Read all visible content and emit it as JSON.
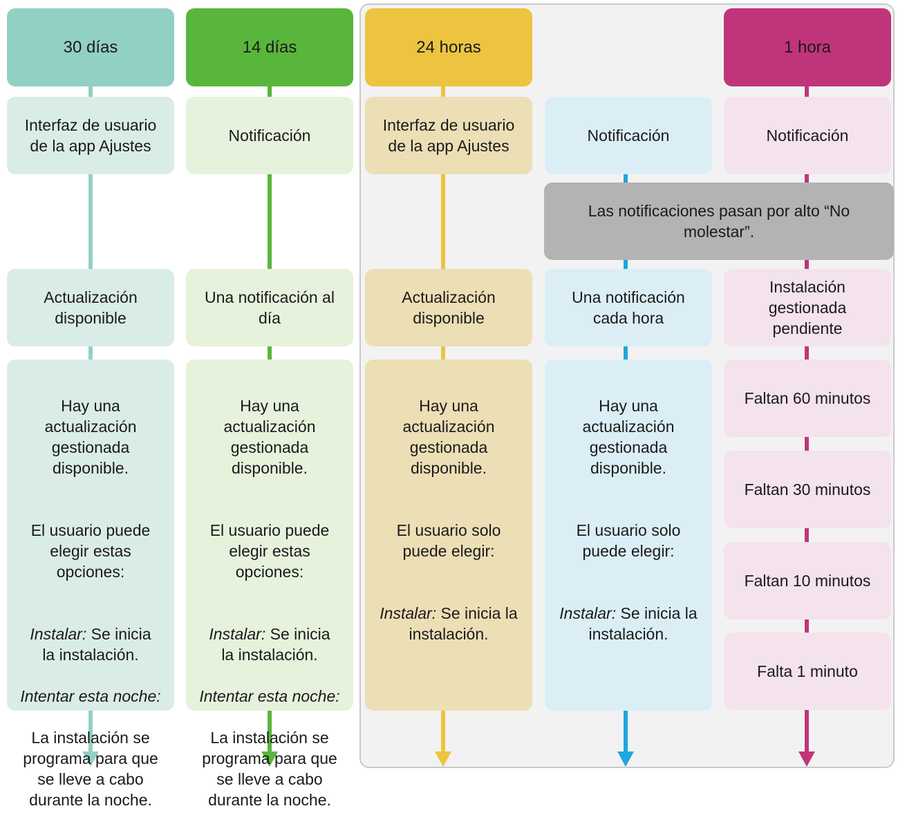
{
  "colors": {
    "teal": "#92d0c4",
    "teal_light": "#daece8",
    "green": "#59b63c",
    "green_light": "#e6f2dc",
    "yellow": "#ecc440",
    "yellow_light": "#ecdeb5",
    "blue": "#1ea7de",
    "blue_light": "#dbeef6",
    "magenta": "#c0357a",
    "magenta_light": "#f4e2ed",
    "gray": "#b3b3b3"
  },
  "columns": {
    "c1": {
      "header": "30 días",
      "source": "Interfaz de usuario de la app Ajustes",
      "frequency": "Actualización disponible",
      "detail": {
        "p1": "Hay una actualización gestionada disponible.",
        "p2": "El usuario puede elegir estas opciones:",
        "install_label": "Instalar:",
        "install_text": " Se inicia la instalación.",
        "tonight_label": "Intentar esta noche:",
        "tonight_text": "La instalación se programa para que se lleve a cabo durante la noche."
      }
    },
    "c2": {
      "header": "14 días",
      "source": "Notificación",
      "frequency": "Una notificación al día",
      "detail": {
        "p1": "Hay una actualización gestionada disponible.",
        "p2": "El usuario puede elegir estas opciones:",
        "install_label": "Instalar:",
        "install_text": " Se inicia la instalación.",
        "tonight_label": "Intentar esta noche:",
        "tonight_text": "La instalación se programa para que se lleve a cabo durante la noche."
      }
    },
    "c3": {
      "header": "24 horas",
      "source": "Interfaz de usuario de la app Ajustes",
      "frequency": "Actualización disponible",
      "detail": {
        "p1": "Hay una actualización gestionada disponible.",
        "p2": "El usuario solo puede elegir:",
        "install_label": "Instalar:",
        "install_text": " Se inicia la instalación."
      }
    },
    "c4": {
      "source": "Notificación",
      "frequency": "Una notificación cada hora",
      "detail": {
        "p1": "Hay una actualización gestionada disponible.",
        "p2": "El usuario solo puede elegir:",
        "install_label": "Instalar:",
        "install_text": " Se inicia la instalación."
      }
    },
    "c5": {
      "header": "1 hora",
      "source": "Notificación",
      "frequency": "Instalación gestionada pendiente",
      "countdown": [
        "Faltan 60 minutos",
        "Faltan 30 minutos",
        "Faltan 10 minutos",
        "Falta 1 minuto"
      ]
    }
  },
  "dnd_note": "Las notificaciones pasan por alto “No molestar”."
}
